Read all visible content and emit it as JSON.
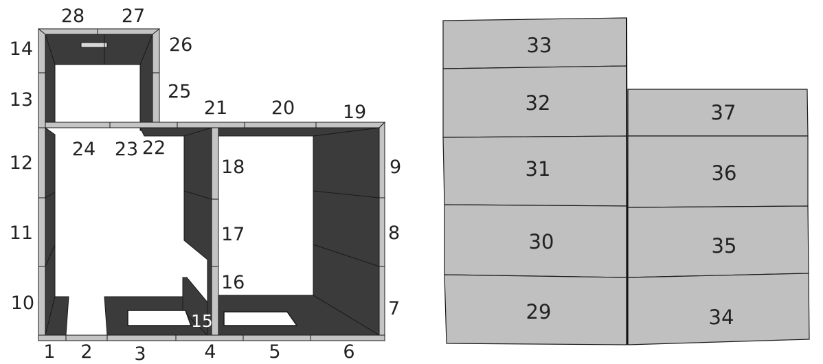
{
  "colors": {
    "dark_fill": "#3b3b3b",
    "light_fill": "#c4c4c4",
    "panel_fill": "#c0c0c0",
    "edge": "#1a1a1a",
    "background": "#ffffff",
    "white_label": "#ffffff"
  },
  "plan": {
    "labels": {
      "l1": "1",
      "l2": "2",
      "l3": "3",
      "l4": "4",
      "l5": "5",
      "l6": "6",
      "l7": "7",
      "l8": "8",
      "l9": "9",
      "l10": "10",
      "l11": "11",
      "l12": "12",
      "l13": "13",
      "l14": "14",
      "l15": "15",
      "l16": "16",
      "l17": "17",
      "l18": "18",
      "l19": "19",
      "l20": "20",
      "l21": "21",
      "l22": "22",
      "l23": "23",
      "l24": "24",
      "l25": "25",
      "l26": "26",
      "l27": "27",
      "l28": "28"
    }
  },
  "panels": {
    "p29": "29",
    "p30": "30",
    "p31": "31",
    "p32": "32",
    "p33": "33",
    "p34": "34",
    "p35": "35",
    "p36": "36",
    "p37": "37"
  }
}
